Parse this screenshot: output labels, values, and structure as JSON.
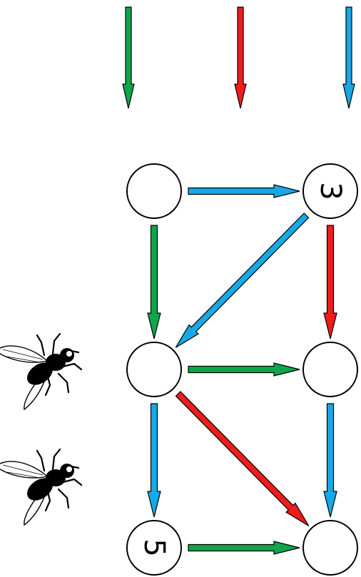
{
  "colors": {
    "green": "#0fa54a",
    "red": "#ee1c1c",
    "blue": "#17a8e6",
    "outline": "#000000",
    "background": "#ffffff"
  },
  "nodes": [
    {
      "id": "top-left",
      "label": ""
    },
    {
      "id": "top-right",
      "label": "3"
    },
    {
      "id": "middle-left",
      "label": ""
    },
    {
      "id": "middle-right",
      "label": ""
    },
    {
      "id": "bottom-left",
      "label": "5"
    },
    {
      "id": "bottom-right",
      "label": ""
    }
  ],
  "incoming_arrows": [
    {
      "color": "green"
    },
    {
      "color": "red"
    },
    {
      "color": "blue"
    }
  ],
  "edges": [
    {
      "from": "top-left",
      "to": "top-right",
      "color": "blue"
    },
    {
      "from": "top-left",
      "to": "middle-left",
      "color": "green"
    },
    {
      "from": "top-right",
      "to": "middle-left",
      "color": "blue"
    },
    {
      "from": "top-right",
      "to": "middle-right",
      "color": "red"
    },
    {
      "from": "middle-left",
      "to": "middle-right",
      "color": "green"
    },
    {
      "from": "middle-left",
      "to": "bottom-left",
      "color": "blue"
    },
    {
      "from": "middle-left",
      "to": "bottom-right",
      "color": "red"
    },
    {
      "from": "middle-right",
      "to": "bottom-right",
      "color": "blue"
    },
    {
      "from": "bottom-left",
      "to": "bottom-right",
      "color": "green"
    }
  ],
  "icons": [
    {
      "name": "fly-icon"
    },
    {
      "name": "fly-icon"
    }
  ]
}
